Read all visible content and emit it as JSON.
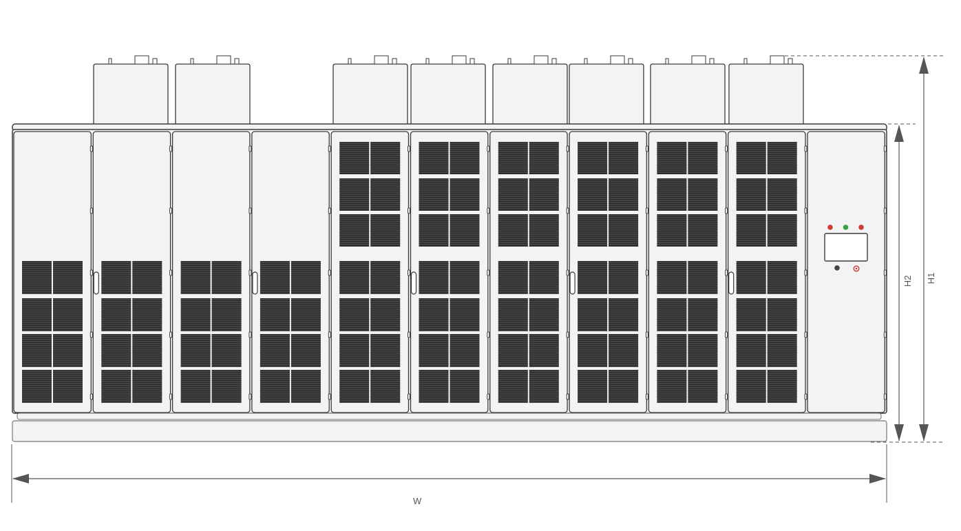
{
  "dimensions": {
    "width_label": "W",
    "height_total_label": "H1",
    "height_cabinet_label": "H2"
  },
  "cabinet": {
    "door_count": 11,
    "fan_units": 8,
    "grilled_door_style": [
      "lower",
      "lower",
      "lower",
      "lower",
      "full",
      "full",
      "full",
      "full",
      "full",
      "full",
      "control"
    ]
  },
  "control_panel": {
    "indicator_colors": [
      "#d23a3a",
      "#3aa04a",
      "#d23a3a"
    ],
    "has_display": true,
    "buttons": [
      "dark-button",
      "red-button"
    ]
  },
  "colors": {
    "panel_fill": "#f2f3f4",
    "outline": "#3a3a3a",
    "grille": "#2b2b2b",
    "dimension_line": "#555555"
  }
}
